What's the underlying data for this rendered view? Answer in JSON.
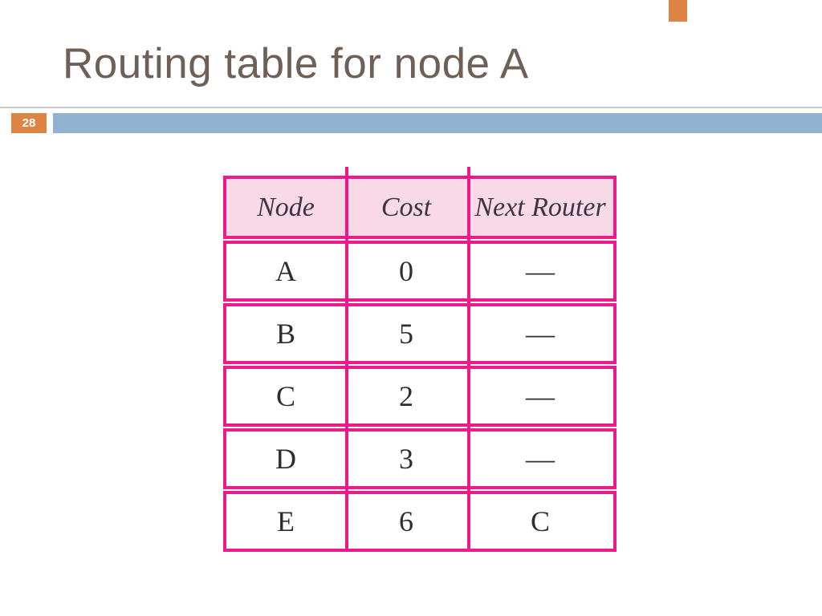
{
  "slide": {
    "title": "Routing table for node A",
    "page_number": "28"
  },
  "colors": {
    "accent_orange": "#dd8445",
    "bar_blue": "#92b2d1",
    "table_border_pink": "#ed1a8b",
    "table_header_fill": "#f9d9e6",
    "title_brown": "#6e6057"
  },
  "table": {
    "headers": [
      "Node",
      "Cost",
      "Next Router"
    ],
    "rows": [
      [
        "A",
        "0",
        "—"
      ],
      [
        "B",
        "5",
        "—"
      ],
      [
        "C",
        "2",
        "—"
      ],
      [
        "D",
        "3",
        "—"
      ],
      [
        "E",
        "6",
        "C"
      ]
    ]
  }
}
